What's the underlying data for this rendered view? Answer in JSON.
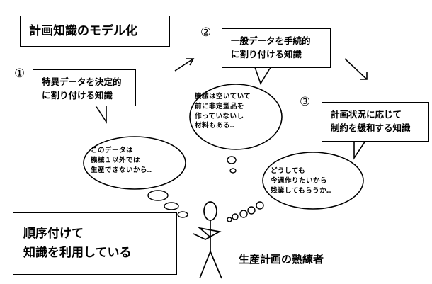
{
  "title": "計画知識のモデル化",
  "steps": [
    {
      "number": "①",
      "label": "特異データを決定的\nに割り付ける知識"
    },
    {
      "number": "②",
      "label": "一般データを手続的\nに割り付ける知識"
    },
    {
      "number": "③",
      "label": "計画状況に応じて\n制約を緩和する知識"
    }
  ],
  "thoughts": [
    "このデータは\n機械１以外では\n生産できないから…",
    "機械は空いていて\n前に非定型品を\n作っていないし\n材料もある…",
    "どうしても\n今週作りたいから\n残業してもらうか…"
  ],
  "conclusion": "順序付けて\n知識を利用している",
  "expert_label": "生産計画の熟練者"
}
